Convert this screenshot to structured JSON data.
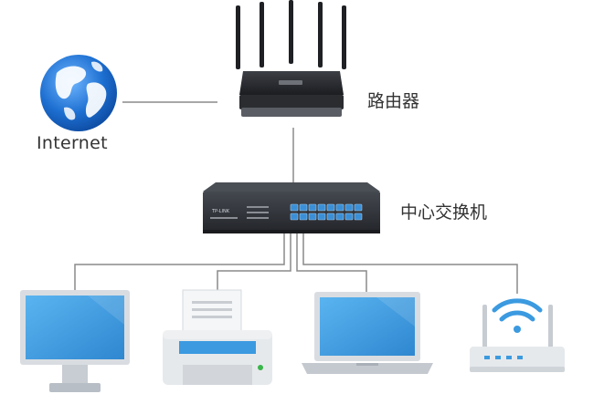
{
  "labels": {
    "internet": "Internet",
    "router": "路由器",
    "switch": "中心交换机"
  },
  "colors": {
    "line": "#8a8a8a",
    "screen_blue": "#3b9ae0",
    "device_gray": "#d9dde2",
    "router_dark": "#2a2c30",
    "switch_dark": "#2d3035",
    "port_blue": "#3b8fd6",
    "globe_blue": "#1d6fd1",
    "label_text": "#333333"
  },
  "icons": {
    "globe": "globe-icon",
    "router": "wireless-router-icon",
    "switch": "network-switch-icon",
    "monitor": "desktop-monitor-icon",
    "printer": "printer-icon",
    "laptop": "laptop-icon",
    "access_point": "wireless-access-point-icon",
    "wifi": "wifi-signal-icon"
  },
  "devices": {
    "switch_brand": "TP-LINK"
  }
}
